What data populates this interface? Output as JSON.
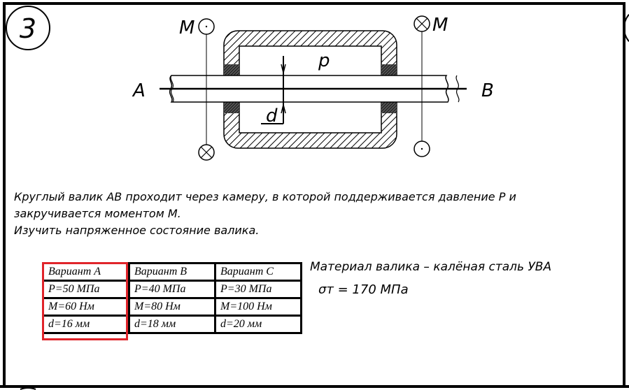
{
  "problem_number": "3",
  "diagram": {
    "label_a": "A",
    "label_b": "B",
    "label_m_left": "M",
    "label_m_right": "M",
    "label_p": "p",
    "label_d": "d"
  },
  "statement": {
    "line1": "Круглый валик AB проходит через камеру, в которой поддерживается давление P и",
    "line2": "закручивается моментом M.",
    "line3": "Изучить напряженное состояние валика."
  },
  "table": {
    "headers": [
      "Вариант А",
      "Вариант B",
      "Вариант C"
    ],
    "rows": [
      [
        "P=50 МПа",
        "P=40 МПа",
        "P=30 МПа"
      ],
      [
        "M=60 Нм",
        "M=80 Нм",
        "M=100 Нм"
      ],
      [
        "d=16 мм",
        "d=18 мм",
        "d=20 мм"
      ]
    ],
    "highlight_color": "#e0242a"
  },
  "material": {
    "line1": "Материал валика – калёная сталь УВА",
    "line2": "σт = 170 МПа"
  }
}
